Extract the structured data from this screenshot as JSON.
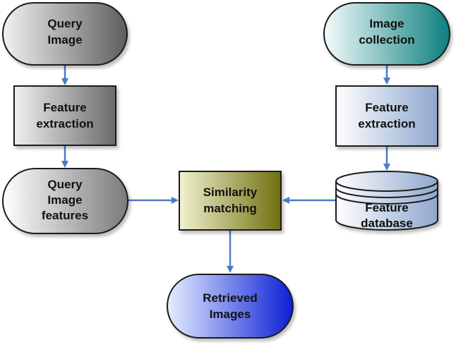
{
  "nodes": {
    "query_image": {
      "line1": "Query",
      "line2": "Image"
    },
    "image_collection": {
      "line1": "Image",
      "line2": "collection"
    },
    "feature_extraction_left": {
      "line1": "Feature",
      "line2": "extraction"
    },
    "feature_extraction_right": {
      "line1": "Feature",
      "line2": "extraction"
    },
    "query_image_features": {
      "line1": "Query",
      "line2": "Image",
      "line3": "features"
    },
    "similarity_matching": {
      "line1": "Similarity",
      "line2": "matching"
    },
    "feature_database": {
      "line1": "Feature",
      "line2": "database"
    },
    "retrieved_images": {
      "line1": "Retrieved",
      "line2": "Images"
    }
  },
  "colors": {
    "arrow": "#4a7cc4",
    "outline": "#1a1a1a",
    "text": "#111111"
  }
}
